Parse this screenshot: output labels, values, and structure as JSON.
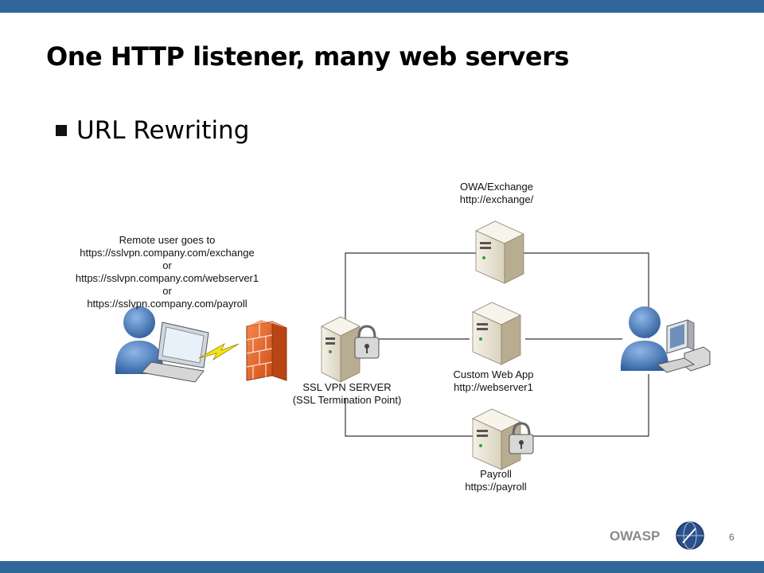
{
  "slide": {
    "title": "One HTTP listener, many web servers",
    "bullet": "URL Rewriting",
    "footer": {
      "brand": "OWASP",
      "page_number": "6"
    }
  },
  "diagram": {
    "remote_note": [
      "Remote user goes to",
      "https://sslvpn.company.com/exchange",
      "or",
      "https://sslvpn.company.com/webserver1",
      "or",
      "https://sslvpn.company.com/payroll"
    ],
    "vpn": [
      "SSL VPN SERVER",
      "(SSL Termination Point)"
    ],
    "owa": [
      "OWA/Exchange",
      "http://exchange/"
    ],
    "custom": [
      "Custom Web App",
      "http://webserver1"
    ],
    "payroll": [
      "Payroll",
      "https://payroll"
    ]
  },
  "colors": {
    "bar": "#31669b",
    "firewall": "#e8622a",
    "server": "#e9e4d6",
    "person": "#4a7fc1"
  }
}
